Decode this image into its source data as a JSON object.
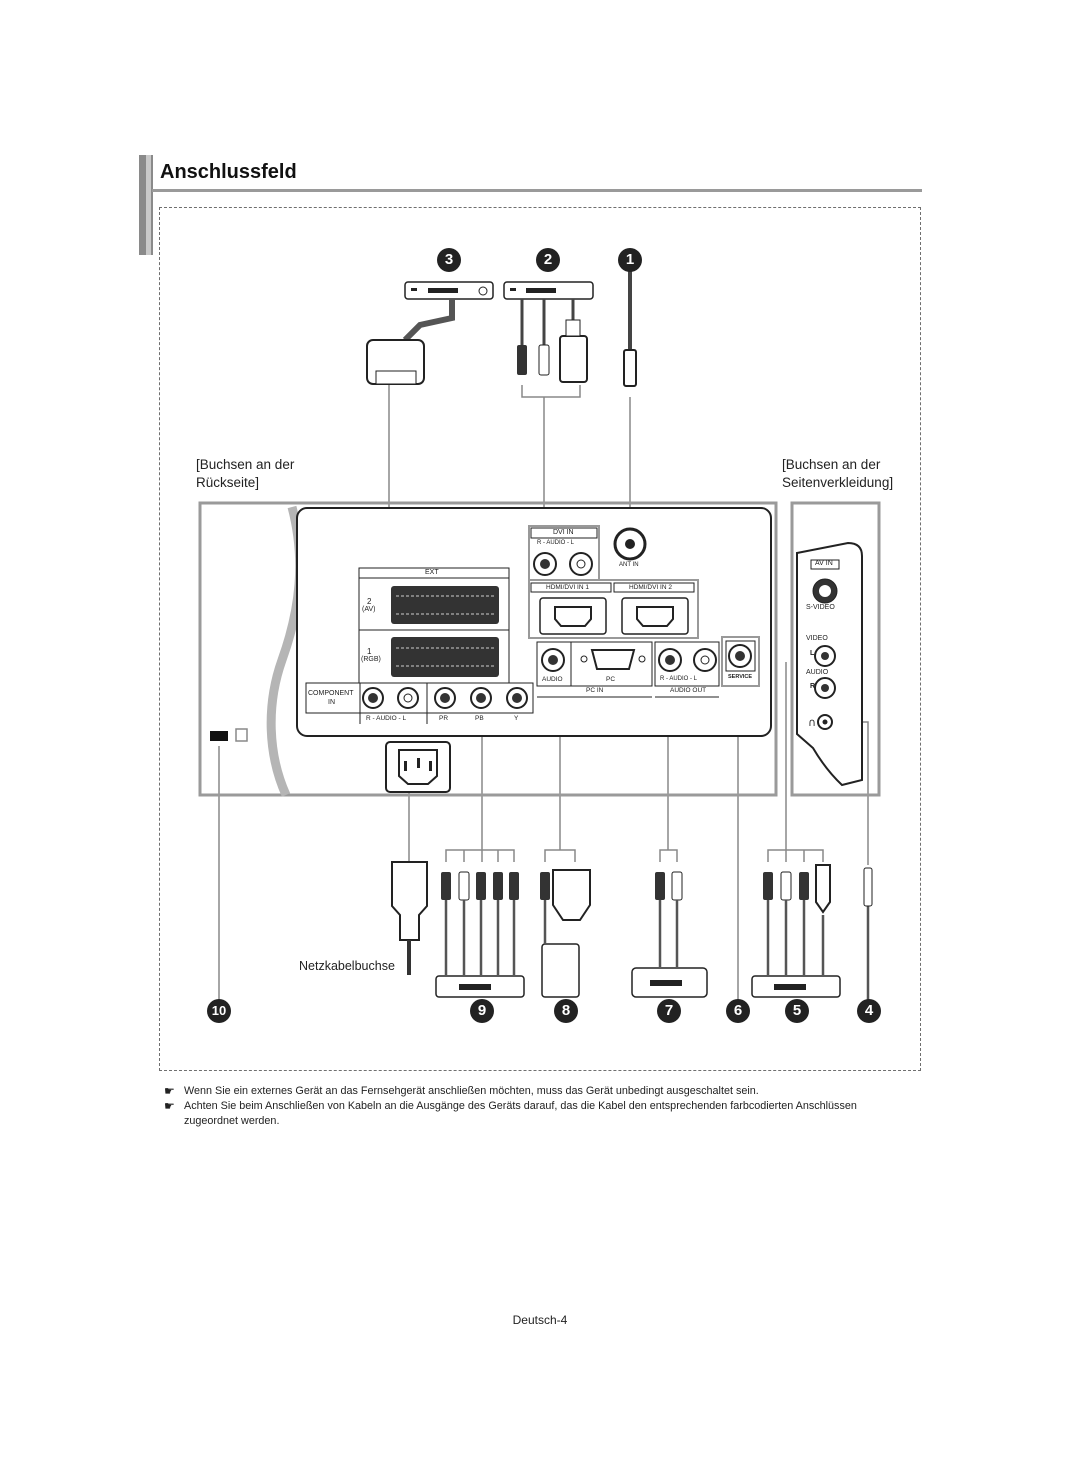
{
  "header": {
    "title": "Anschlussfeld"
  },
  "captions": {
    "rear_line1": "[Buchsen an der",
    "rear_line2": "Rückseite]",
    "side_line1": "[Buchsen an der",
    "side_line2": "Seitenverkleidung]",
    "power_cord": "Netzkabelbuchse"
  },
  "numbers": {
    "n1": "1",
    "n2": "2",
    "n3": "3",
    "n4": "4",
    "n5": "5",
    "n6": "6",
    "n7": "7",
    "n8": "8",
    "n9": "9",
    "n10": "10"
  },
  "panel_labels": {
    "ext": "EXT",
    "ext2": "2",
    "ext2_sub": "(AV)",
    "ext1": "1",
    "ext1_sub": "(RGB)",
    "component": "COMPONENT",
    "component_in": "IN",
    "audio_rl": "R - AUDIO - L",
    "pr": "PR",
    "pb": "PB",
    "y": "Y",
    "dvi_in": "DVI IN",
    "ant_in": "ANT IN",
    "hdmi1": "HDMI/DVI IN 1",
    "hdmi2": "HDMI/DVI IN 2",
    "audio": "AUDIO",
    "pc": "PC",
    "pc_in": "PC IN",
    "audio_out": "AUDIO OUT",
    "service": "SERVICE",
    "av_in": "AV IN",
    "svideo": "S-VIDEO",
    "video": "VIDEO",
    "side_audio": "AUDIO",
    "side_l": "L",
    "side_r": "R"
  },
  "notes": [
    "Wenn Sie ein externes Gerät an das Fernsehgerät anschließen möchten, muss das Gerät unbedingt ausgeschaltet sein.",
    "Achten Sie beim Anschließen von Kabeln an die Ausgänge des Geräts darauf, das die Kabel den entsprechenden farbcodierten Anschlüssen zugeordnet werden."
  ],
  "note_icon": "pointing-hand-icon",
  "footer": {
    "page": "Deutsch-4"
  }
}
